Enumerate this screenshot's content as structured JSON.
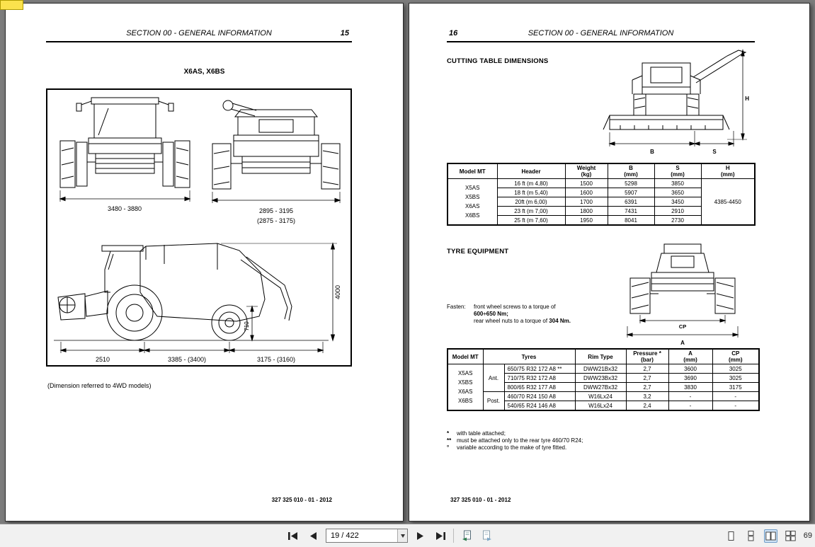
{
  "viewer": {
    "toolbar": {
      "page_input": "19 / 422",
      "zoom_text": "69"
    },
    "icons": {
      "first-page-icon": "bar+left-triangle",
      "previous-page-icon": "left-triangle",
      "next-page-icon": "right-triangle",
      "last-page-icon": "right-triangle+bar",
      "previous-view-icon": "page-with-back-arrow",
      "next-view-icon": "page-with-forward-arrow",
      "single-page-icon": "one-page",
      "continuous-icon": "stacked-pages",
      "two-page-icon": "side-by-side-pages",
      "two-page-continuous-icon": "grid-pages",
      "sticky-note-icon": "yellow-note"
    }
  },
  "page15": {
    "header_title": "SECTION 00 - GENERAL INFORMATION",
    "page_number": "15",
    "model_title": "X6AS, X6BS",
    "diagram": {
      "front_width": "3480 - 3880",
      "rear_width": "2895 - 3195",
      "rear_width_alt": "(2875 - 3175)",
      "overall_height": "4000",
      "clearance": "710",
      "dim_front": "2510",
      "dim_mid": "3385 - (3400)",
      "dim_rear": "3175 - (3160)"
    },
    "note": "(Dimension referred to 4WD models)",
    "footer": "327 325 010 - 01 - 2012"
  },
  "page16": {
    "page_number": "16",
    "header_title": "SECTION 00 - GENERAL INFORMATION",
    "cutting_section_title": "CUTTING TABLE DIMENSIONS",
    "cutting_diagram": {
      "b": "B",
      "s": "S",
      "h": "H"
    },
    "cutting_table": {
      "headers": [
        "Model MT",
        "Header",
        "Weight\n(kg)",
        "B\n(mm)",
        "S\n(mm)",
        "H\n(mm)"
      ],
      "models": [
        "X5AS",
        "X5BS",
        "X6AS",
        "X6BS"
      ],
      "rows": [
        [
          "16 ft (m 4,80)",
          "1500",
          "5298",
          "3850"
        ],
        [
          "18 ft (m 5,40)",
          "1600",
          "5907",
          "3650"
        ],
        [
          "20ft (m 6,00)",
          "1700",
          "6391",
          "3450"
        ],
        [
          "23 ft (m 7,00)",
          "1800",
          "7431",
          "2910"
        ],
        [
          "25 ft (m 7,60)",
          "1950",
          "8041",
          "2730"
        ]
      ],
      "h_value": "4385-4450"
    },
    "tyre_section_title": "TYRE EQUIPMENT",
    "tyre_diagram": {
      "cp": "CP",
      "a": "A"
    },
    "fasten": {
      "label": "Fasten:",
      "line1": "front wheel screws to a torque of",
      "line1_bold": "600÷650 Nm;",
      "line2": "rear wheel nuts to a torque of",
      "line2_bold": "304 Nm."
    },
    "tyre_table": {
      "headers": [
        "Model MT",
        "Tyres",
        "Rim Type",
        "Pressure *\n(bar)",
        "A\n(mm)",
        "CP\n(mm)"
      ],
      "models": [
        "X5AS",
        "X5BS",
        "X6AS",
        "X6BS"
      ],
      "front_label": "Ant.",
      "rear_label": "Post.",
      "front_rows": [
        [
          "650/75 R32 172 A8 **",
          "DWW21Bx32",
          "2,7",
          "3600",
          "3025"
        ],
        [
          "710/75 R32 172 A8",
          "DWW23Bx32",
          "2,7",
          "3690",
          "3025"
        ],
        [
          "800/65 R32 177 A8",
          "DWW27Bx32",
          "2,7",
          "3830",
          "3175"
        ]
      ],
      "rear_rows": [
        [
          "460/70 R24 150 A8",
          "W16Lx24",
          "3,2",
          "-",
          "-"
        ],
        [
          "540/65 R24 146 A8",
          "W16Lx24",
          "2,4",
          "-",
          "-"
        ]
      ]
    },
    "footnotes": [
      {
        "sym": "*",
        "text": "with table attached;"
      },
      {
        "sym": "**",
        "text": "must be attached only to the rear tyre 460/70 R24;"
      },
      {
        "sym": "°",
        "text": "variable according to the make of tyre fitted."
      }
    ],
    "footer": "327 325 010 - 01 - 2012"
  }
}
